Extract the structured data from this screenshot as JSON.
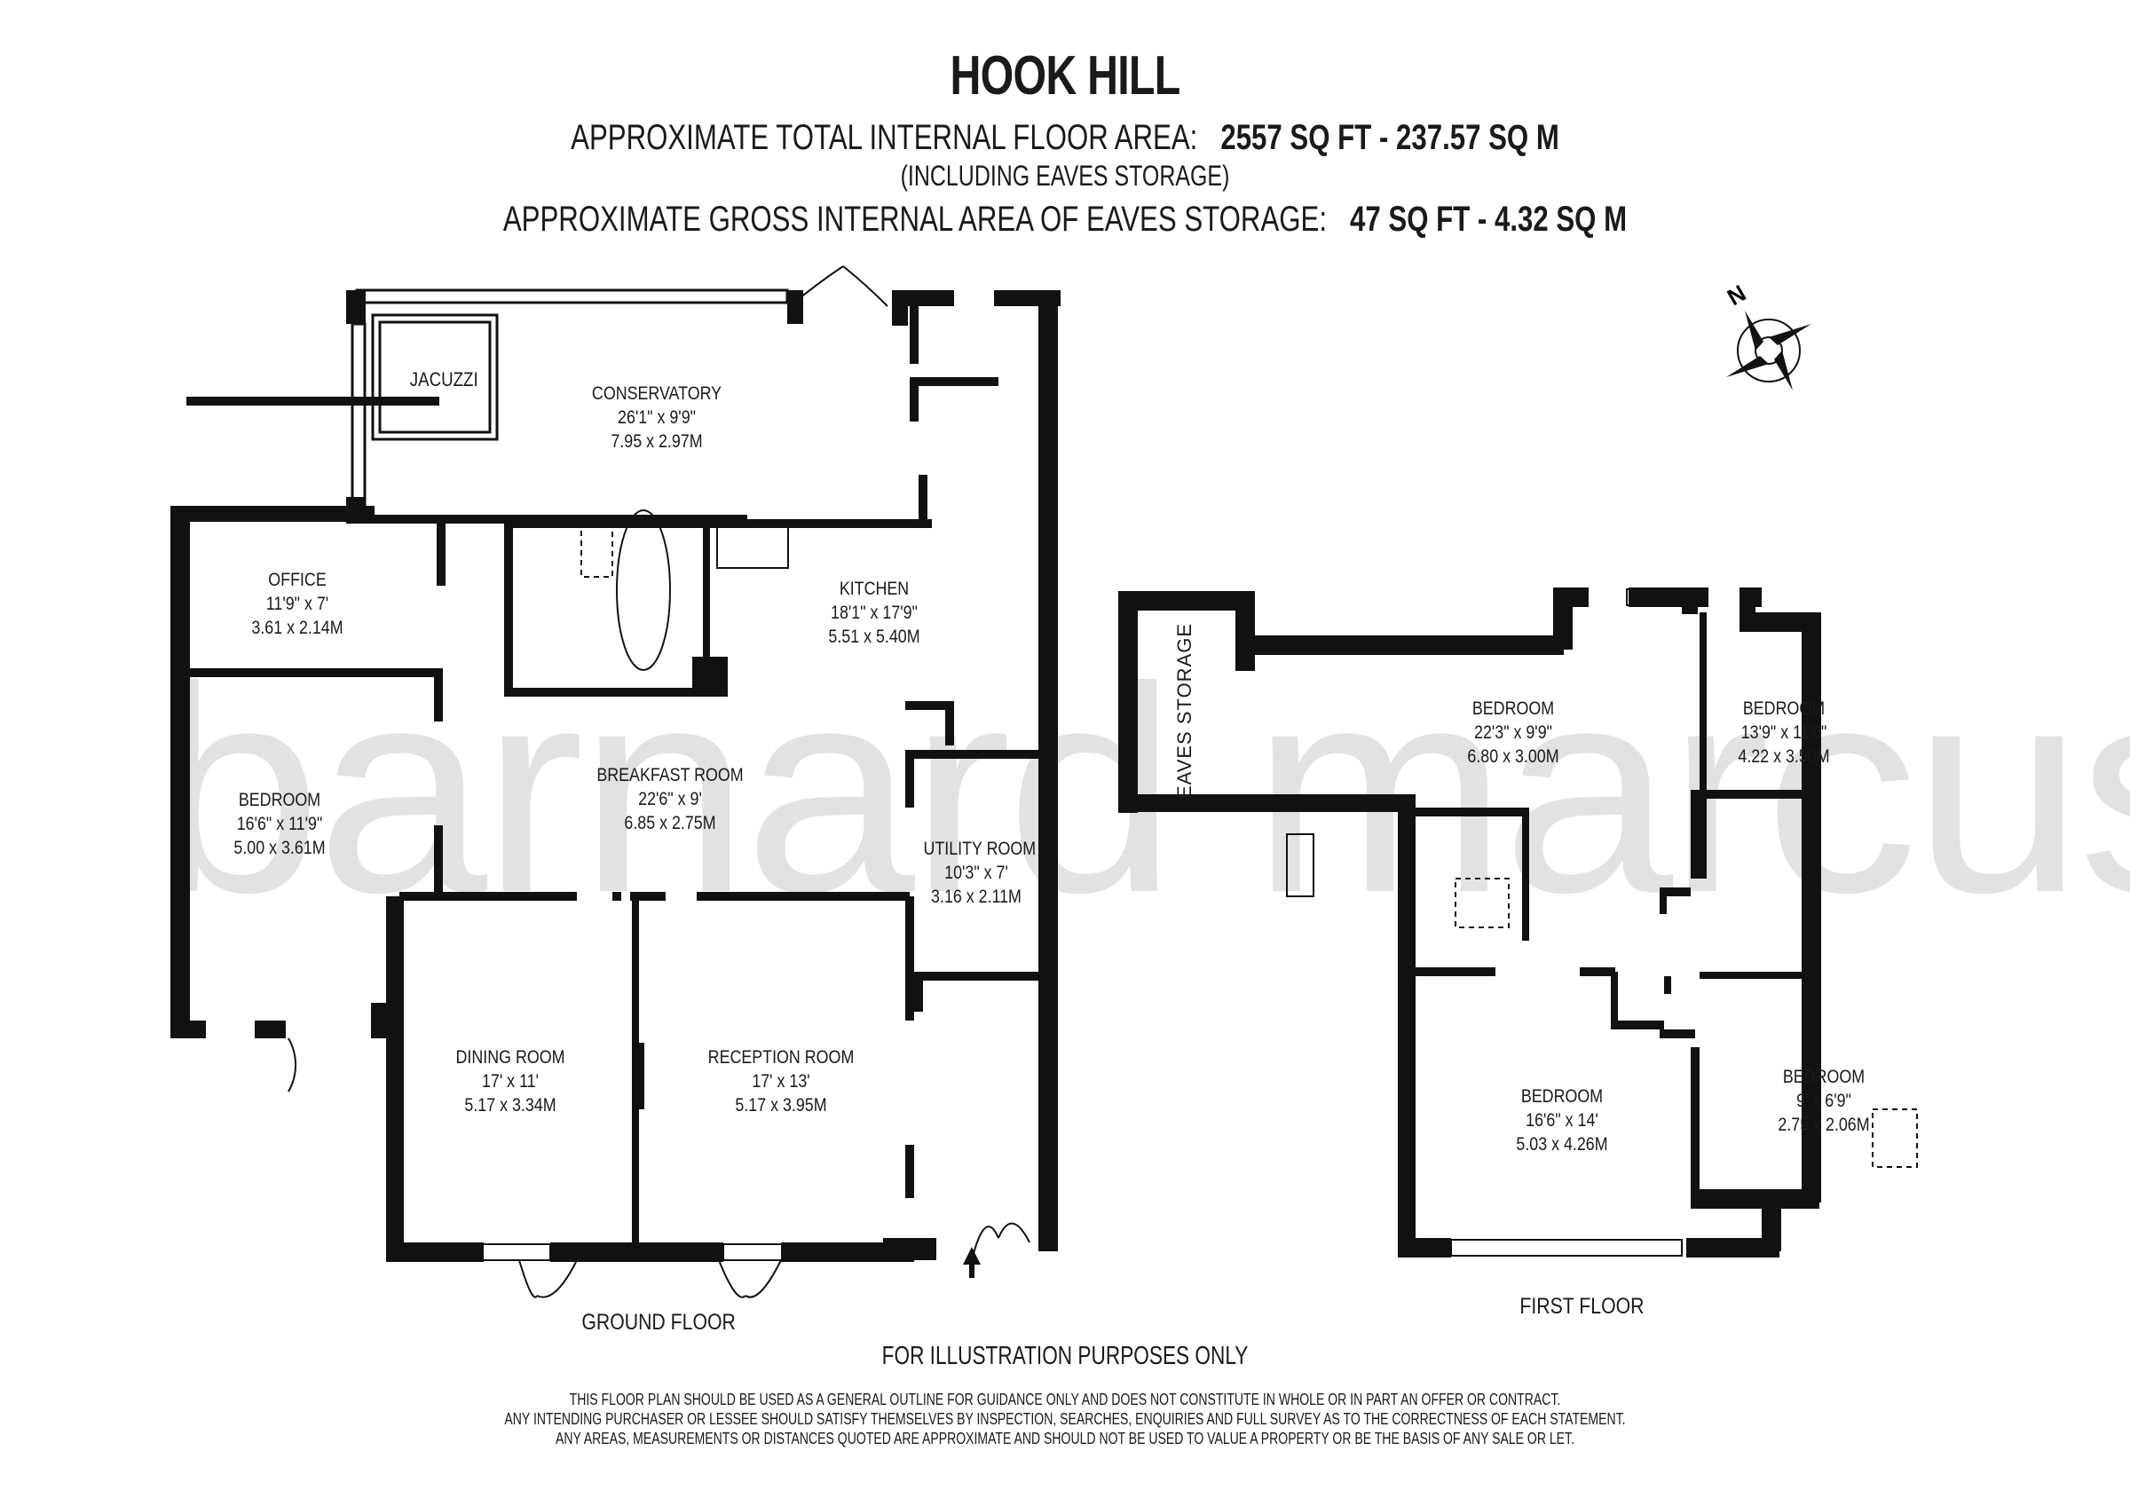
{
  "header": {
    "title": "HOOK HILL",
    "total_area_label": "APPROXIMATE TOTAL INTERNAL FLOOR AREA:",
    "total_area_value": "2557 SQ FT  -  237.57 SQ M",
    "total_area_note": "(INCLUDING EAVES STORAGE)",
    "eaves_area_label": "APPROXIMATE GROSS INTERNAL AREA OF EAVES STORAGE:",
    "eaves_area_value": "47 SQ FT  -  4.32 SQ M"
  },
  "watermark": "barnard marcus",
  "compass": {
    "label": "N"
  },
  "ground_floor": {
    "label": "GROUND FLOOR",
    "fixture_jacuzzi": "JACUZZI",
    "rooms": [
      {
        "name": "CONSERVATORY",
        "imperial": "26'1\" x 9'9\"",
        "metric": "7.95 x 2.97M"
      },
      {
        "name": "OFFICE",
        "imperial": "11'9\" x 7'",
        "metric": "3.61 x 2.14M"
      },
      {
        "name": "KITCHEN",
        "imperial": "18'1\" x 17'9\"",
        "metric": "5.51 x 5.40M"
      },
      {
        "name": "BEDROOM",
        "imperial": "16'6\" x 11'9\"",
        "metric": "5.00 x 3.61M"
      },
      {
        "name": "BREAKFAST ROOM",
        "imperial": "22'6\" x 9'",
        "metric": "6.85 x 2.75M"
      },
      {
        "name": "UTILITY ROOM",
        "imperial": "10'3\" x 7'",
        "metric": "3.16 x 2.11M"
      },
      {
        "name": "DINING ROOM",
        "imperial": "17' x 11'",
        "metric": "5.17 x 3.34M"
      },
      {
        "name": "RECEPTION ROOM",
        "imperial": "17' x 13'",
        "metric": "5.17 x 3.95M"
      }
    ]
  },
  "first_floor": {
    "label": "FIRST FLOOR",
    "eaves_label": "EAVES STORAGE",
    "rooms": [
      {
        "name": "BEDROOM",
        "imperial": "22'3\" x 9'9\"",
        "metric": "6.80 x 3.00M"
      },
      {
        "name": "BEDROOM",
        "imperial": "13'9\" x 11'6\"",
        "metric": "4.22 x 3.50M"
      },
      {
        "name": "BEDROOM",
        "imperial": "16'6\" x 14'",
        "metric": "5.03 x 4.26M"
      },
      {
        "name": "BEDROOM",
        "imperial": "9' x 6'9\"",
        "metric": "2.75 x 2.06M"
      }
    ]
  },
  "footer": {
    "illustration": "FOR ILLUSTRATION PURPOSES ONLY",
    "disclaimer": [
      "THIS FLOOR PLAN SHOULD BE USED AS A GENERAL OUTLINE FOR GUIDANCE ONLY AND DOES NOT CONSTITUTE IN WHOLE OR IN PART AN OFFER OR CONTRACT.",
      "ANY INTENDING PURCHASER OR LESSEE SHOULD SATISFY THEMSELVES BY INSPECTION, SEARCHES, ENQUIRIES AND FULL SURVEY AS TO THE CORRECTNESS OF EACH STATEMENT.",
      "ANY AREAS, MEASUREMENTS OR DISTANCES QUOTED ARE APPROXIMATE AND SHOULD NOT BE USED TO VALUE A PROPERTY OR BE THE BASIS OF ANY SALE OR LET."
    ]
  }
}
